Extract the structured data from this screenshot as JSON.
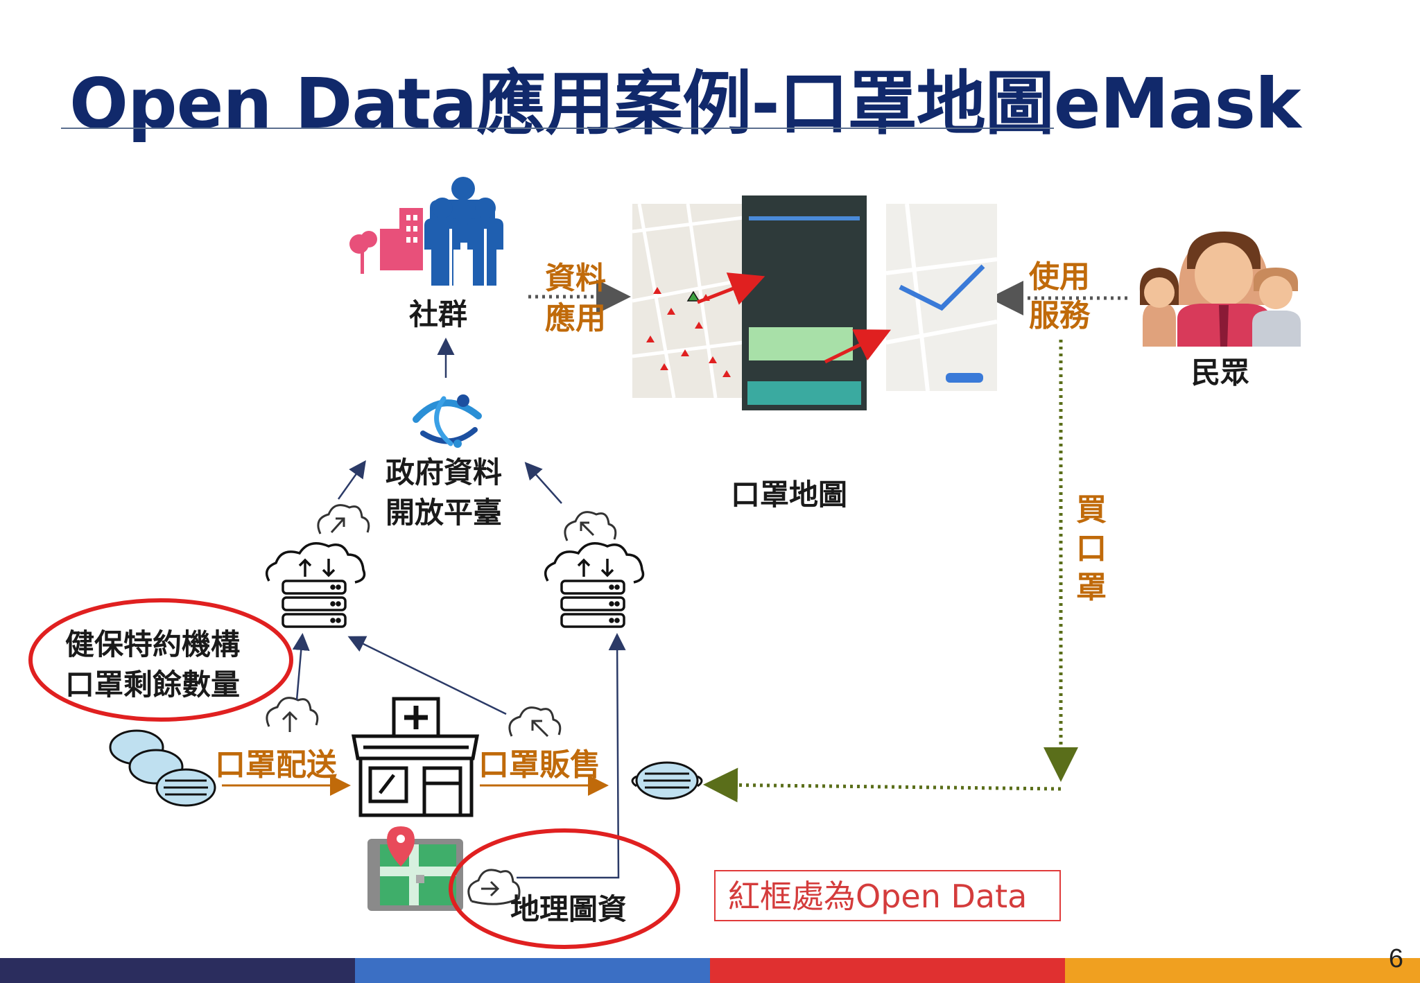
{
  "slide": {
    "title": "Open Data應用案例-口罩地圖eMask",
    "page_number": "6",
    "footer_colors": [
      "#2b2d5e",
      "#3b6fc4",
      "#e03030",
      "#f0a020"
    ]
  },
  "diagram": {
    "community_label": "社群",
    "platform_label_line1": "政府資料",
    "platform_label_line2": "開放平臺",
    "data_app_line1": "資料",
    "data_app_line2": "應用",
    "use_service_line1": "使用",
    "use_service_line2": "服務",
    "public_label": "民眾",
    "mask_map_label": "口罩地圖",
    "buy_mask_chars": [
      "買",
      "口",
      "罩"
    ],
    "nhi_label_line1": "健保特約機構",
    "nhi_label_line2": "口罩剩餘數量",
    "mask_delivery_label": "口罩配送",
    "mask_sales_label": "口罩販售",
    "geo_label": "地理圖資",
    "note_label": "紅框處為Open Data"
  },
  "colors": {
    "title": "#11296b",
    "orange_text": "#c06a0a",
    "red_highlight": "#e02020",
    "arrow_navy": "#2b3a67",
    "arrow_olive": "#5a6e1a",
    "dotted_gray": "#555555",
    "community_pink": "#e8507a",
    "people_blue": "#1f5fb0"
  },
  "icons": [
    "building-people-icon",
    "open-data-platform-icon",
    "cloud-server-icon",
    "cloud-upload-icon",
    "pharmacy-store-icon",
    "face-mask-icon",
    "map-pin-icon",
    "family-icon"
  ]
}
